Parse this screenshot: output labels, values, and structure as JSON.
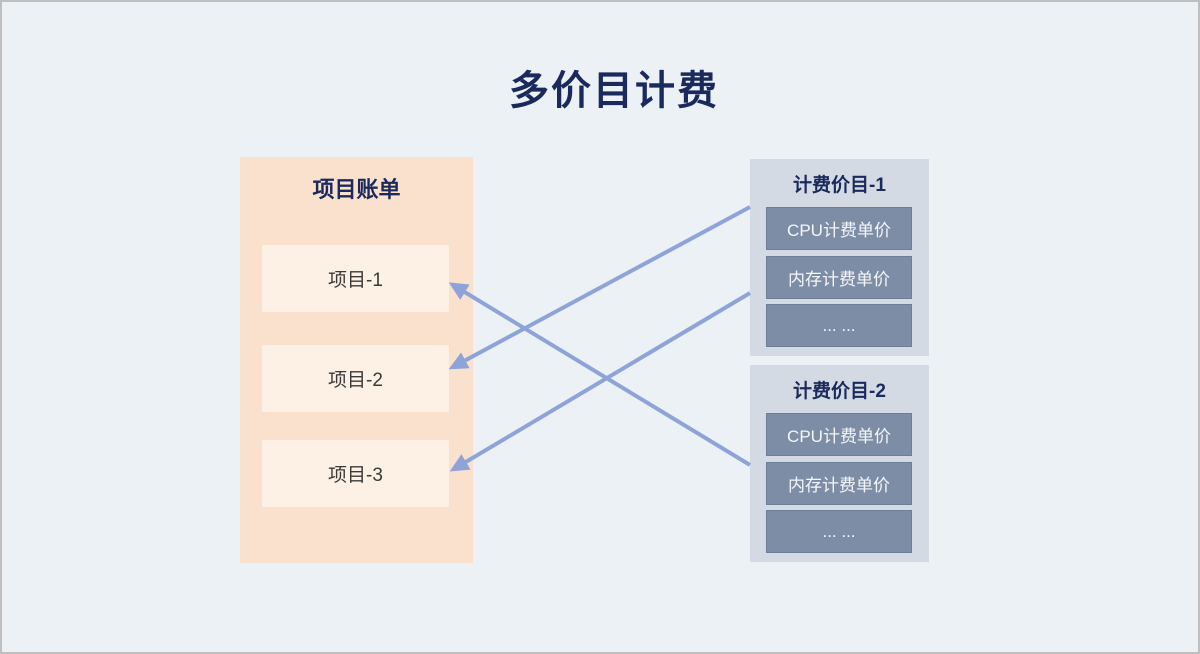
{
  "title": "多价目计费",
  "project_bill": {
    "title": "项目账单",
    "items": [
      "项目-1",
      "项目-2",
      "项目-3"
    ]
  },
  "price_lists": [
    {
      "title": "计费价目-1",
      "rows": [
        "CPU计费单价",
        "内存计费单价",
        "... ..."
      ]
    },
    {
      "title": "计费价目-2",
      "rows": [
        "CPU计费单价",
        "内存计费单价",
        "... ..."
      ]
    }
  ],
  "arrows": {
    "color": "#8EA3D8",
    "connections": [
      {
        "from": "计费价目-1",
        "to": "项目-2"
      },
      {
        "from": "计费价目-1",
        "to": "项目-3"
      },
      {
        "from": "计费价目-2",
        "to": "项目-1"
      }
    ]
  },
  "colors": {
    "background": "#ECF1F6",
    "border": "#BFBFBF",
    "title_text": "#1B2A5C",
    "bill_box": "#FAE1CE",
    "bill_item": "#FDF0E5",
    "price_box": "#D4DAE4",
    "price_row": "#7E8DA6",
    "price_row_text": "#F4F6FA"
  }
}
